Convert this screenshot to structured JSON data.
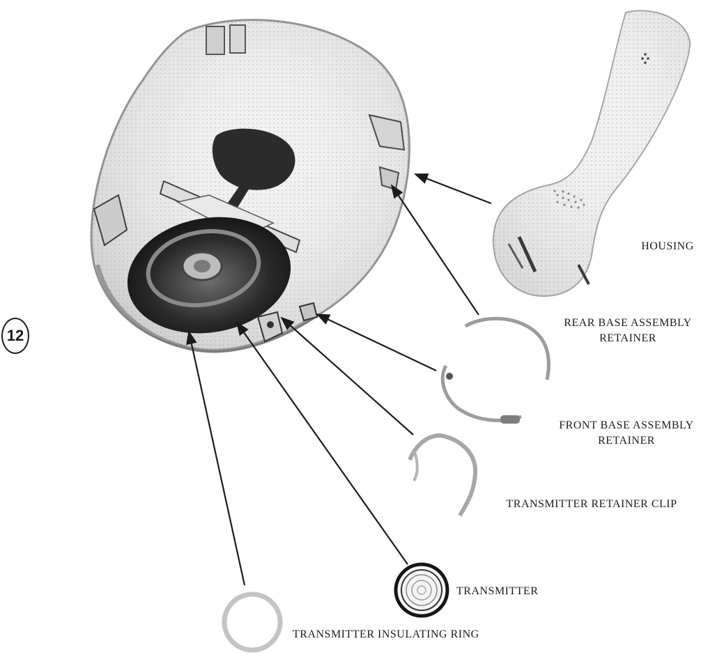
{
  "figure": {
    "number": "12"
  },
  "labels": {
    "housing": "HOUSING",
    "rear_retainer": {
      "line1": "REAR BASE ASSEMBLY",
      "line2": "RETAINER"
    },
    "front_retainer": {
      "line1": "FRONT BASE ASSEMBLY",
      "line2": "RETAINER"
    },
    "retainer_clip": "TRANSMITTER RETAINER CLIP",
    "transmitter": "TRANSMITTER",
    "insulating_ring": "TRANSMITTER INSULATING RING"
  },
  "colors": {
    "ink": "#1b1b1b",
    "shell": "#e4e4e4",
    "shell_dark": "#555555",
    "cavity": "#2a2a2a"
  }
}
